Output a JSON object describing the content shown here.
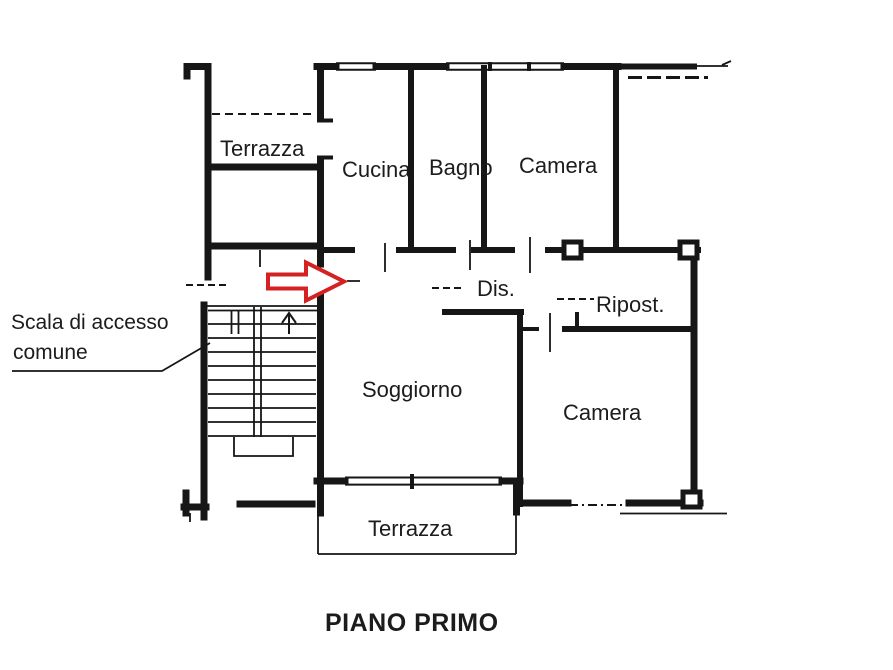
{
  "floor_plan": {
    "title": "PIANO PRIMO",
    "rooms": {
      "terrazza_top": "Terrazza",
      "cucina": "Cucina",
      "bagno": "Bagno",
      "camera_top": "Camera",
      "dis": "Dis.",
      "ripost": "Ripost.",
      "soggiorno": "Soggiorno",
      "camera_bottom": "Camera",
      "terrazza_bottom": "Terrazza"
    },
    "annotations": {
      "stairs_label_line1": "Scala di accesso",
      "stairs_label_line2": "comune"
    },
    "colors": {
      "wall": "#161616",
      "text": "#1c1c1c",
      "entrance_arrow": "#d42222",
      "background": "#ffffff"
    }
  }
}
